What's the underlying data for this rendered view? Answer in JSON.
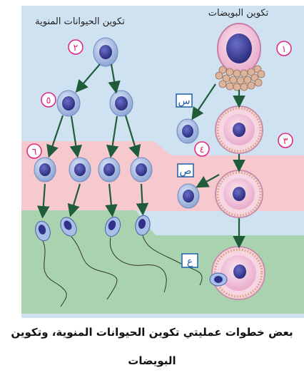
{
  "titles": {
    "spermatogenesis": "تكوين الحيوانات المنوية",
    "oogenesis": "تكوين البويضات"
  },
  "step_numbers": {
    "n1": "١",
    "n2": "٢",
    "n3": "٣",
    "n4": "٤",
    "n5": "٥",
    "n6": "٦"
  },
  "letter_labels": {
    "s": "س",
    "sad": "ص",
    "ain": "ع"
  },
  "caption": "بعض خطوات عمليتي تكوين الحيوانات المنوية، وتكوين البويضات",
  "colors": {
    "blue_zone": "#cfe2f2",
    "pink_zone": "#f6c9cf",
    "green_zone": "#a9d3ae",
    "cell_fill": "#b3c6e6",
    "nucleus": "#3a3c91",
    "egg_fill": "#f4cde0",
    "follicle": "#d9a88a",
    "arrow": "#1f5d3a",
    "number_ring": "#e2237e",
    "label_box": "#1f5fa8"
  },
  "icons": {
    "arrow": "arrow-down-icon"
  }
}
